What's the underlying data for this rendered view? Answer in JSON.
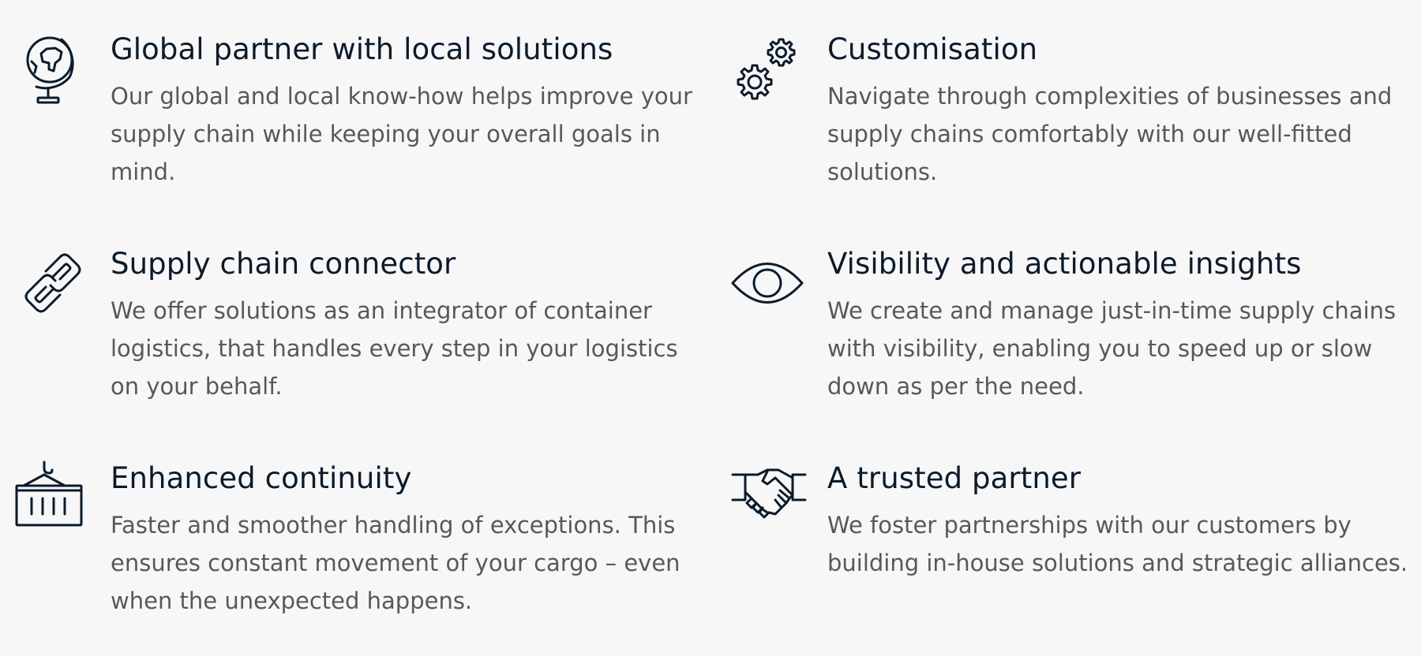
{
  "features": [
    {
      "icon": "globe-icon",
      "title": "Global partner with local solutions",
      "description": "Our global and local know-how helps improve your supply chain while keeping your overall goals in mind."
    },
    {
      "icon": "gears-icon",
      "title": "Customisation",
      "description": "Navigate through complexities of businesses and supply chains comfortably with our well-fitted solutions."
    },
    {
      "icon": "link-icon",
      "title": "Supply chain connector",
      "description": "We offer solutions as an integrator of container logistics, that handles every step in your logistics on your behalf."
    },
    {
      "icon": "eye-icon",
      "title": "Visibility and actionable insights",
      "description": "We create and manage just-in-time supply chains with visibility, enabling you to speed up or slow down as per the need."
    },
    {
      "icon": "container-crane-icon",
      "title": "Enhanced continuity",
      "description": "Faster and smoother handling of exceptions. This ensures constant movement of your cargo – even when the unexpected happens."
    },
    {
      "icon": "handshake-icon",
      "title": "A trusted partner",
      "description": "We foster partnerships with our customers by building in-house solutions and strategic alliances."
    }
  ],
  "colors": {
    "background": "#f7f7f7",
    "title": "#0b1b2b",
    "body": "#55595d",
    "icon_stroke": "#0b1b2b"
  }
}
